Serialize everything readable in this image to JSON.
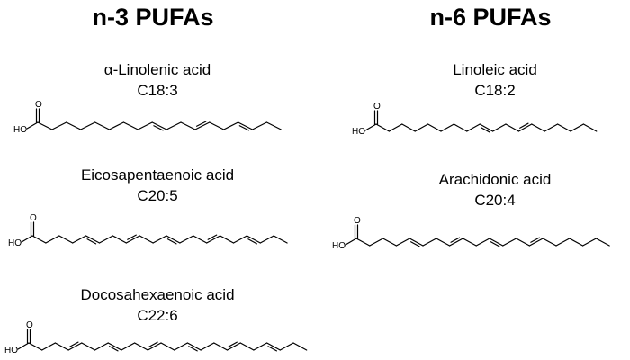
{
  "columns": [
    {
      "title": "n-3 PUFAs",
      "acids": [
        {
          "name": "α-Linolenic acid",
          "formula": "C18:3",
          "ho_label": "HO",
          "o_label": "O",
          "double_bonds_after_carbon": [
            9,
            12,
            15
          ],
          "carbons": 18
        },
        {
          "name": "Eicosapentaenoic acid",
          "formula": "C20:5",
          "ho_label": "HO",
          "o_label": "O",
          "double_bonds_after_carbon": [
            5,
            8,
            11,
            14,
            17
          ],
          "carbons": 20
        },
        {
          "name": "Docosahexaenoic acid",
          "formula": "C22:6",
          "ho_label": "HO",
          "o_label": "O",
          "double_bonds_after_carbon": [
            4,
            7,
            10,
            13,
            16,
            19
          ],
          "carbons": 22
        }
      ]
    },
    {
      "title": "n-6 PUFAs",
      "acids": [
        {
          "name": "Linoleic acid",
          "formula": "C18:2",
          "ho_label": "HO",
          "o_label": "O",
          "double_bonds_after_carbon": [
            9,
            12
          ],
          "carbons": 18
        },
        {
          "name": "Arachidonic acid",
          "formula": "C20:4",
          "ho_label": "HO",
          "o_label": "O",
          "double_bonds_after_carbon": [
            5,
            8,
            11,
            14
          ],
          "carbons": 20
        }
      ]
    }
  ]
}
